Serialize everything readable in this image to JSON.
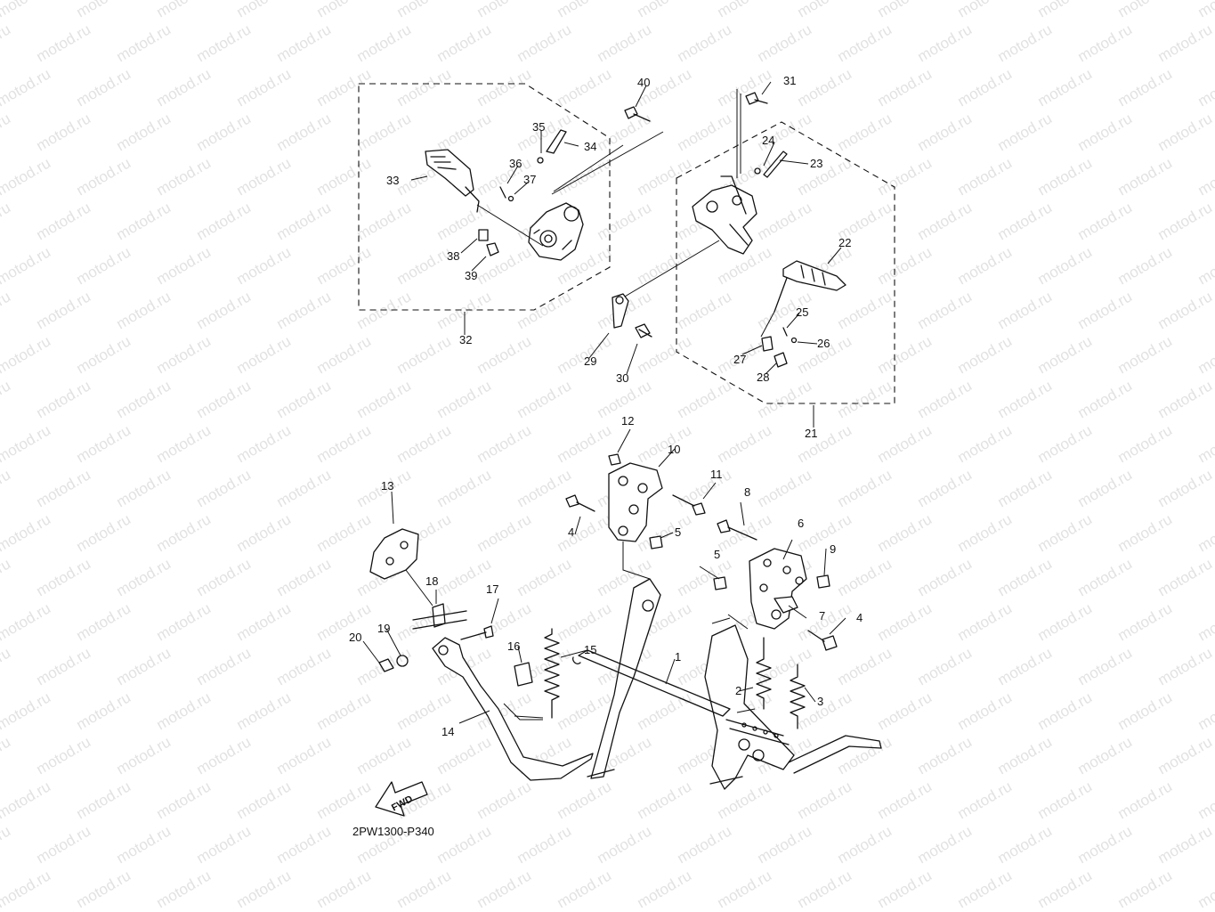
{
  "watermark": "motod.ru",
  "diagram_code": "2PW1300-P340",
  "fwd_label": "FWD",
  "callouts": [
    "1",
    "2",
    "3",
    "4",
    "4",
    "5",
    "5",
    "6",
    "7",
    "8",
    "9",
    "10",
    "11",
    "12",
    "13",
    "14",
    "15",
    "16",
    "17",
    "18",
    "19",
    "20",
    "21",
    "22",
    "23",
    "24",
    "25",
    "26",
    "27",
    "28",
    "29",
    "30",
    "31",
    "32",
    "33",
    "34",
    "35",
    "36",
    "37",
    "38",
    "39",
    "40"
  ]
}
